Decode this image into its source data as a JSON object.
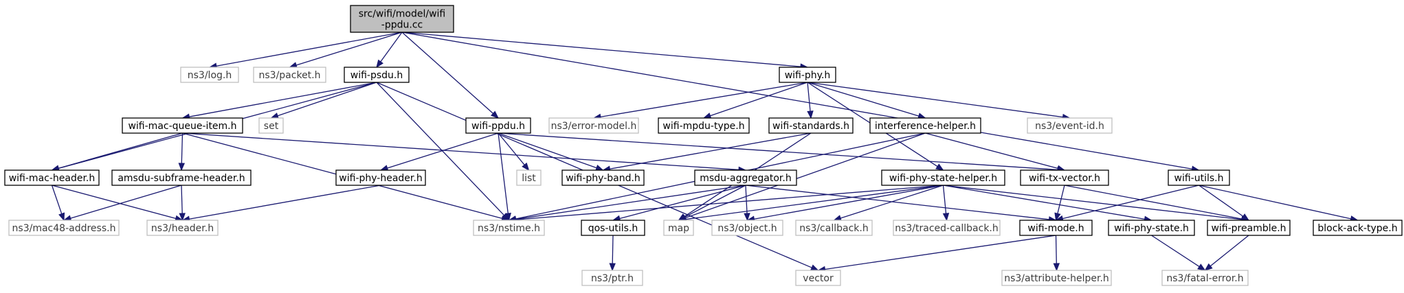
{
  "nodes": {
    "root": [
      "src/wifi/model/wifi",
      "-ppdu.cc"
    ],
    "log": "ns3/log.h",
    "packet": "ns3/packet.h",
    "wifi_psdu": "wifi-psdu.h",
    "wifi_phy": "wifi-phy.h",
    "wifi_utils": "wifi-utils.h",
    "wifi_mac_queue_item": "wifi-mac-queue-item.h",
    "set": "set",
    "wifi_ppdu": "wifi-ppdu.h",
    "error_model": "ns3/error-model.h",
    "wifi_mpdu_type": "wifi-mpdu-type.h",
    "wifi_standards": "wifi-standards.h",
    "interference_helper": "interference-helper.h",
    "event_id": "ns3/event-id.h",
    "wifi_mac_header": "wifi-mac-header.h",
    "amsdu_subframe_header": "amsdu-subframe-header.h",
    "wifi_phy_header": "wifi-phy-header.h",
    "list": "list",
    "wifi_phy_band": "wifi-phy-band.h",
    "msdu_aggregator": "msdu-aggregator.h",
    "wifi_phy_state_helper": "wifi-phy-state-helper.h",
    "wifi_tx_vector": "wifi-tx-vector.h",
    "mac48_address": "ns3/mac48-address.h",
    "header": "ns3/header.h",
    "nstime": "ns3/nstime.h",
    "map": "map",
    "object": "ns3/object.h",
    "qos_utils": "qos-utils.h",
    "callback": "ns3/callback.h",
    "traced_callback": "ns3/traced-callback.h",
    "wifi_mode": "wifi-mode.h",
    "wifi_phy_state": "wifi-phy-state.h",
    "wifi_preamble": "wifi-preamble.h",
    "block_ack_type": "block-ack-type.h",
    "ptr": "ns3/ptr.h",
    "vector": "vector",
    "attribute_helper": "ns3/attribute-helper.h",
    "fatal_error": "ns3/fatal-error.h"
  },
  "edges": [
    [
      "root",
      "log"
    ],
    [
      "root",
      "packet"
    ],
    [
      "root",
      "wifi_psdu"
    ],
    [
      "root",
      "wifi_ppdu"
    ],
    [
      "root",
      "wifi_phy"
    ],
    [
      "root",
      "wifi_utils"
    ],
    [
      "wifi_psdu",
      "wifi_mac_queue_item"
    ],
    [
      "wifi_psdu",
      "set"
    ],
    [
      "wifi_psdu",
      "wifi_mac_header"
    ],
    [
      "wifi_psdu",
      "nstime"
    ],
    [
      "wifi_psdu",
      "vector"
    ],
    [
      "wifi_phy",
      "error_model"
    ],
    [
      "wifi_phy",
      "wifi_mpdu_type"
    ],
    [
      "wifi_phy",
      "wifi_standards"
    ],
    [
      "wifi_phy",
      "interference_helper"
    ],
    [
      "wifi_phy",
      "event_id"
    ],
    [
      "wifi_phy",
      "wifi_phy_state_helper"
    ],
    [
      "wifi_mac_queue_item",
      "wifi_mac_header"
    ],
    [
      "wifi_mac_queue_item",
      "amsdu_subframe_header"
    ],
    [
      "wifi_mac_queue_item",
      "msdu_aggregator"
    ],
    [
      "wifi_mac_queue_item",
      "nstime"
    ],
    [
      "wifi_ppdu",
      "wifi_phy_header"
    ],
    [
      "wifi_ppdu",
      "list"
    ],
    [
      "wifi_ppdu",
      "wifi_phy_band"
    ],
    [
      "wifi_ppdu",
      "nstime"
    ],
    [
      "wifi_ppdu",
      "wifi_tx_vector"
    ],
    [
      "wifi_standards",
      "wifi_phy_band"
    ],
    [
      "wifi_standards",
      "map"
    ],
    [
      "interference_helper",
      "wifi_tx_vector"
    ],
    [
      "interference_helper",
      "nstime"
    ],
    [
      "interference_helper",
      "map"
    ],
    [
      "wifi_mac_header",
      "mac48_address"
    ],
    [
      "wifi_mac_header",
      "header"
    ],
    [
      "amsdu_subframe_header",
      "mac48_address"
    ],
    [
      "amsdu_subframe_header",
      "header"
    ],
    [
      "wifi_phy_header",
      "header"
    ],
    [
      "msdu_aggregator",
      "nstime"
    ],
    [
      "msdu_aggregator",
      "map"
    ],
    [
      "msdu_aggregator",
      "object"
    ],
    [
      "msdu_aggregator",
      "qos_utils"
    ],
    [
      "msdu_aggregator",
      "wifi_mode"
    ],
    [
      "wifi_phy_state_helper",
      "nstime"
    ],
    [
      "wifi_phy_state_helper",
      "map"
    ],
    [
      "wifi_phy_state_helper",
      "object"
    ],
    [
      "wifi_phy_state_helper",
      "callback"
    ],
    [
      "wifi_phy_state_helper",
      "traced_callback"
    ],
    [
      "wifi_phy_state_helper",
      "wifi_phy_state"
    ],
    [
      "wifi_phy_state_helper",
      "wifi_preamble"
    ],
    [
      "wifi_tx_vector",
      "wifi_mode"
    ],
    [
      "wifi_tx_vector",
      "wifi_preamble"
    ],
    [
      "wifi_utils",
      "wifi_mode"
    ],
    [
      "wifi_utils",
      "wifi_preamble"
    ],
    [
      "wifi_utils",
      "block_ack_type"
    ],
    [
      "qos_utils",
      "ptr"
    ],
    [
      "wifi_mode",
      "vector"
    ],
    [
      "wifi_mode",
      "attribute_helper"
    ],
    [
      "wifi_phy_state",
      "fatal_error"
    ],
    [
      "wifi_preamble",
      "fatal_error"
    ]
  ]
}
